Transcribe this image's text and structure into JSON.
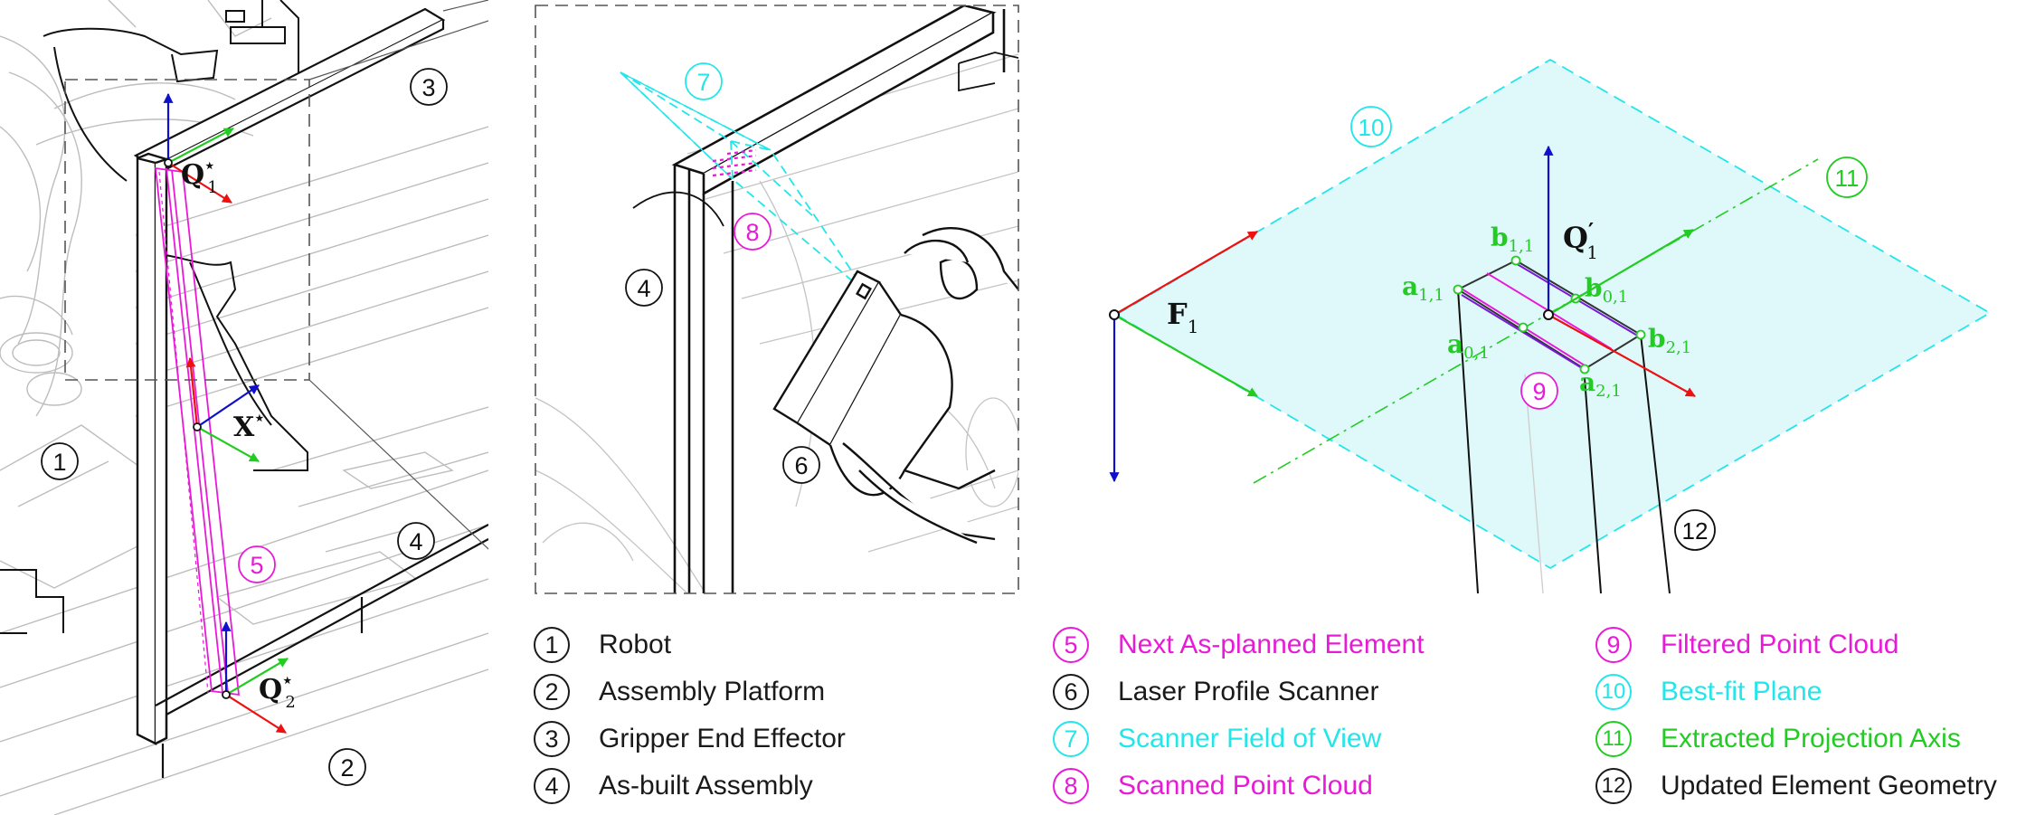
{
  "colors": {
    "black": "#1a1a1a",
    "magenta": "#e81ad8",
    "cyan": "#22e6ea",
    "green": "#22cc22",
    "red": "#ee1111",
    "blue": "#1010cc",
    "plane_fill": "#dff9fb",
    "sketch_gray": "#b8b8b8"
  },
  "callouts": {
    "robot": "1",
    "platform": "2",
    "gripper": "3",
    "assembly_left": "4",
    "assembly_mid": "4",
    "next_element": "5",
    "scanner": "6",
    "field_of_view": "7",
    "scanned_cloud": "8",
    "filtered_cloud": "9",
    "plane": "10",
    "axis": "11",
    "updated_geometry": "12"
  },
  "frames": {
    "q1_star": "Q",
    "q1_star_sub": "1",
    "q1_star_sup": "⋆",
    "x_star": "X",
    "x_star_sup": "⋆",
    "q2_star": "Q",
    "q2_star_sub": "2",
    "q2_star_sup": "⋆",
    "f1": "F",
    "f1_sub": "1",
    "q1_prime": "Q",
    "q1_prime_sub": "1",
    "q1_prime_sup": "′"
  },
  "points": {
    "b11": {
      "base": "b",
      "sub": "1,1"
    },
    "b01": {
      "base": "b",
      "sub": "0,1"
    },
    "a11": {
      "base": "a",
      "sub": "1,1"
    },
    "a01": {
      "base": "a",
      "sub": "0,1"
    },
    "b21": {
      "base": "b",
      "sub": "2,1"
    },
    "a21": {
      "base": "a",
      "sub": "2,1"
    }
  },
  "legend": [
    {
      "num": "1",
      "label": "Robot",
      "color": "black"
    },
    {
      "num": "2",
      "label": "Assembly Platform",
      "color": "black"
    },
    {
      "num": "3",
      "label": "Gripper End Effector",
      "color": "black"
    },
    {
      "num": "4",
      "label": "As-built Assembly",
      "color": "black"
    },
    {
      "num": "5",
      "label": "Next As-planned Element",
      "color": "magenta"
    },
    {
      "num": "6",
      "label": "Laser Profile Scanner",
      "color": "black"
    },
    {
      "num": "7",
      "label": "Scanner Field of View",
      "color": "cyan"
    },
    {
      "num": "8",
      "label": "Scanned Point Cloud",
      "color": "magenta"
    },
    {
      "num": "9",
      "label": "Filtered Point Cloud",
      "color": "magenta"
    },
    {
      "num": "10",
      "label": "Best-fit Plane",
      "color": "cyan"
    },
    {
      "num": "11",
      "label": "Extracted Projection Axis",
      "color": "green"
    },
    {
      "num": "12",
      "label": "Updated Element Geometry",
      "color": "black"
    }
  ]
}
